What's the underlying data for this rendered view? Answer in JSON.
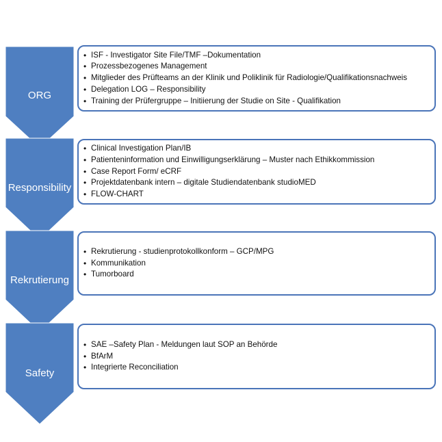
{
  "colors": {
    "chevron_fill": "#4f7fc1",
    "chevron_stroke": "#ffffff",
    "box_border": "#4a74b8",
    "text": "#111111"
  },
  "stages": [
    {
      "label": "ORG",
      "items": [
        "ISF - Investigator Site File/TMF –Dokumentation",
        "Prozessbezogenes Management",
        "Mitglieder des Prüfteams an der Klinik und Poliklinik für Radiologie/Qualifikationsnachweis",
        "Delegation LOG – Responsibility",
        "Training der Prüfergruppe – Initiierung der Studie on Site - Qualifikation"
      ]
    },
    {
      "label": "Responsibility",
      "items": [
        "Clinical Investigation Plan/IB",
        "Patienteninformation und Einwilligungserklärung – Muster nach Ethikkommission",
        "Case Report Form/ eCRF",
        "Projektdatenbank intern – digitale Studiendatenbank studioMED",
        "FLOW-CHART"
      ]
    },
    {
      "label": "Rekrutierung",
      "items": [
        "Rekrutierung - studienprotokollkonform – GCP/MPG",
        "Kommunikation",
        "Tumorboard"
      ]
    },
    {
      "label": "Safety",
      "items": [
        "SAE –Safety Plan - Meldungen laut SOP an Behörde",
        "BfArM",
        "Integrierte Reconciliation"
      ]
    }
  ]
}
